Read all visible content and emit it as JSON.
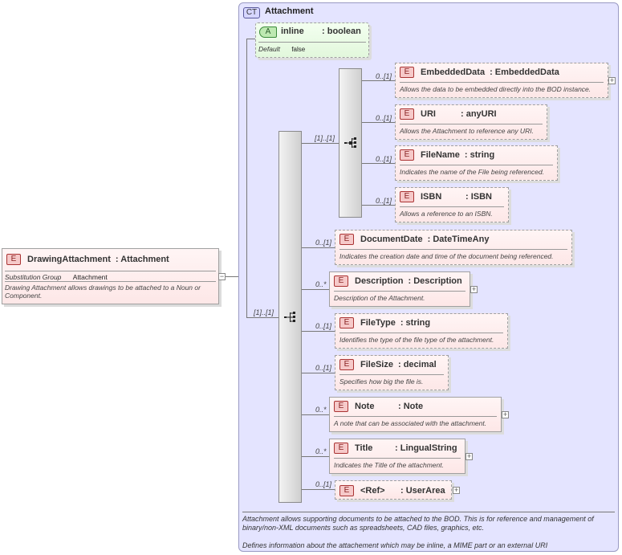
{
  "root": {
    "badge": "E",
    "name": "DrawingAttachment",
    "type": ": Attachment",
    "subst_label": "Substitution Group",
    "subst_value": "Attachment",
    "doc": "Drawing Attachment allows drawings to be attached to a Noun or Component."
  },
  "complex_type": {
    "badge": "CT",
    "name": "Attachment",
    "doc1": "Attachment allows supporting documents to be attached to the BOD. This is for reference and management of binary/non-XML documents such as spreadsheets, CAD files, graphics, etc.",
    "doc2": "Defines information about the attachement which may be inline, a MIME part or an external URI"
  },
  "attribute": {
    "badge": "A",
    "name": "inline",
    "type": ": boolean",
    "default_label": "Default",
    "default_value": "false"
  },
  "cardinalities": {
    "outer_seq": "[1]..[1]",
    "inner_choice": "[1]..[1]"
  },
  "choice_elements": [
    {
      "badge": "E",
      "name": "EmbeddedData",
      "type": ": EmbeddedData",
      "doc": "Allows the data to be embedded directly into the BOD instance.",
      "card": "0..[1]"
    },
    {
      "badge": "E",
      "name": "URI",
      "type": ": anyURI",
      "doc": "Allows the Attachment to reference any URI.",
      "card": "0..[1]"
    },
    {
      "badge": "E",
      "name": "FileName",
      "type": ": string",
      "doc": "Indicates the name of the File being referenced.",
      "card": "0..[1]"
    },
    {
      "badge": "E",
      "name": "ISBN",
      "type": ": ISBN",
      "doc": "Allows a reference to an ISBN.",
      "card": "0..[1]"
    }
  ],
  "seq_elements": [
    {
      "badge": "E",
      "name": "DocumentDate",
      "type": ": DateTimeAny",
      "doc": "Indicates the creation date and time of the document being referenced.",
      "card": "0..[1]"
    },
    {
      "badge": "E",
      "name": "Description",
      "type": ": Description",
      "doc": "Description of the Attachment.",
      "card": "0..*"
    },
    {
      "badge": "E",
      "name": "FileType",
      "type": ": string",
      "doc": "Identifies the type of the file type of the attachment.",
      "card": "0..[1]"
    },
    {
      "badge": "E",
      "name": "FileSize",
      "type": ": decimal",
      "doc": "Specifies how big the file is.",
      "card": "0..[1]"
    },
    {
      "badge": "E",
      "name": "Note",
      "type": ": Note",
      "doc": "A note that can be associated with the attachment.",
      "card": "0..*"
    },
    {
      "badge": "E",
      "name": "Title",
      "type": ": LingualString",
      "doc": "Indicates the Title of the attachment.",
      "card": "0..*"
    },
    {
      "badge": "E",
      "name": "<Ref>",
      "type": ": UserArea",
      "doc": "",
      "card": "0..[1]"
    }
  ]
}
